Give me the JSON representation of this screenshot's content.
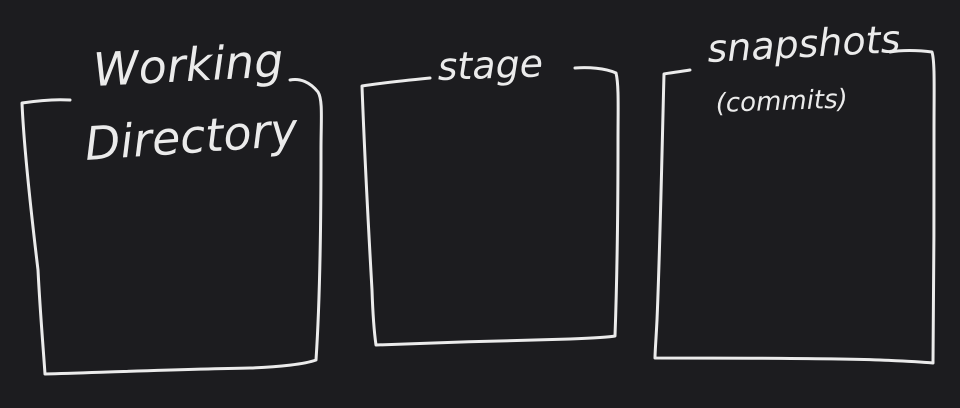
{
  "background_color": "#1c1c1f",
  "ink_color": "#ebebeb",
  "boxes": [
    {
      "id": "working-directory",
      "label_lines": [
        "Working",
        "Directory"
      ]
    },
    {
      "id": "stage",
      "label_lines": [
        "stage"
      ]
    },
    {
      "id": "snapshots",
      "label_lines": [
        "snapshots",
        "(commits)"
      ]
    }
  ]
}
